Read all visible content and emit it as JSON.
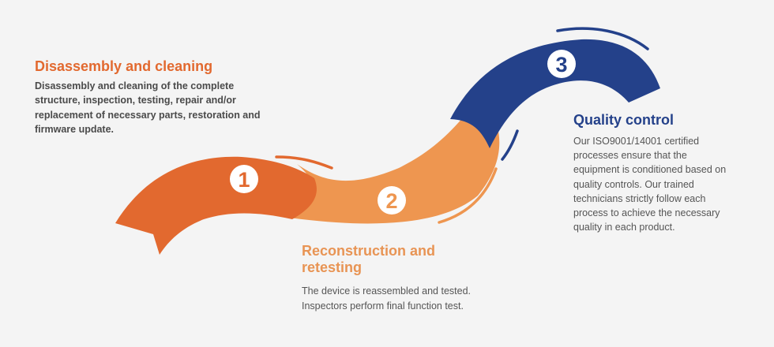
{
  "steps": [
    {
      "number": "1",
      "title": "Disassembly and cleaning",
      "description": "Disassembly and cleaning of the complete structure, inspection, testing, repair and/or replacement of necessary parts, restoration and firmware update.",
      "color": "#e2692f"
    },
    {
      "number": "2",
      "title_line1": "Reconstruction and",
      "title_line2": "retesting",
      "description_line1": "The device is reassembled and tested.",
      "description_line2": "Inspectors perform final function test.",
      "color": "#ee9650"
    },
    {
      "number": "3",
      "title": "Quality control",
      "description": "Our ISO9001/14001 certified processes ensure that the equipment is conditioned based on quality controls. Our trained technicians strictly follow each process to achieve the necessary quality in each product.",
      "color": "#24418a"
    }
  ],
  "colors": {
    "background": "#f4f4f4",
    "text_gray": "#4a4a4a"
  }
}
